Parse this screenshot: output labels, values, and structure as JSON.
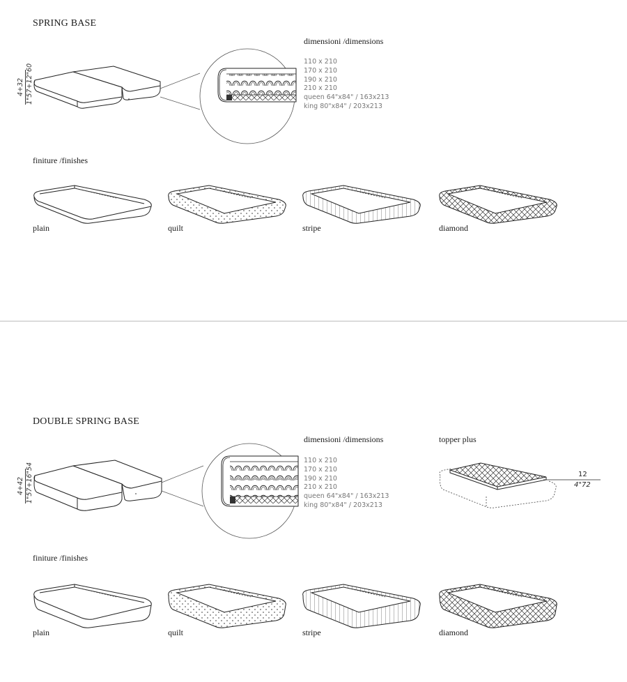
{
  "sections": [
    {
      "title": "SPRING BASE",
      "height_label_top": "4+32",
      "height_label_bottom": "1\"57+12\"60",
      "dimensions_heading": "dimensioni /dimensions",
      "dimensions": [
        "110 x 210",
        "170 x 210",
        "190 x 210",
        "210 x 210",
        "queen 64\"x84\"  / 163x213",
        "king 80\"x84\"  / 203x213"
      ],
      "finishes_heading": "finiture /finishes",
      "finishes": [
        "plain",
        "quilt",
        "stripe",
        "diamond"
      ]
    },
    {
      "title": "DOUBLE SPRING BASE",
      "height_label_top": "4+42",
      "height_label_bottom": "1\"57+16\"54",
      "dimensions_heading": "dimensioni /dimensions",
      "dimensions": [
        "110 x 210",
        "170 x 210",
        "190 x 210",
        "210 x 210",
        "queen 64\"x84\"  / 163x213",
        "king 80\"x84\"  / 203x213"
      ],
      "finishes_heading": "finiture /finishes",
      "finishes": [
        "plain",
        "quilt",
        "stripe",
        "diamond"
      ],
      "topper_heading": "topper plus",
      "topper_value_top": "12",
      "topper_value_bottom": "4\"72"
    }
  ]
}
